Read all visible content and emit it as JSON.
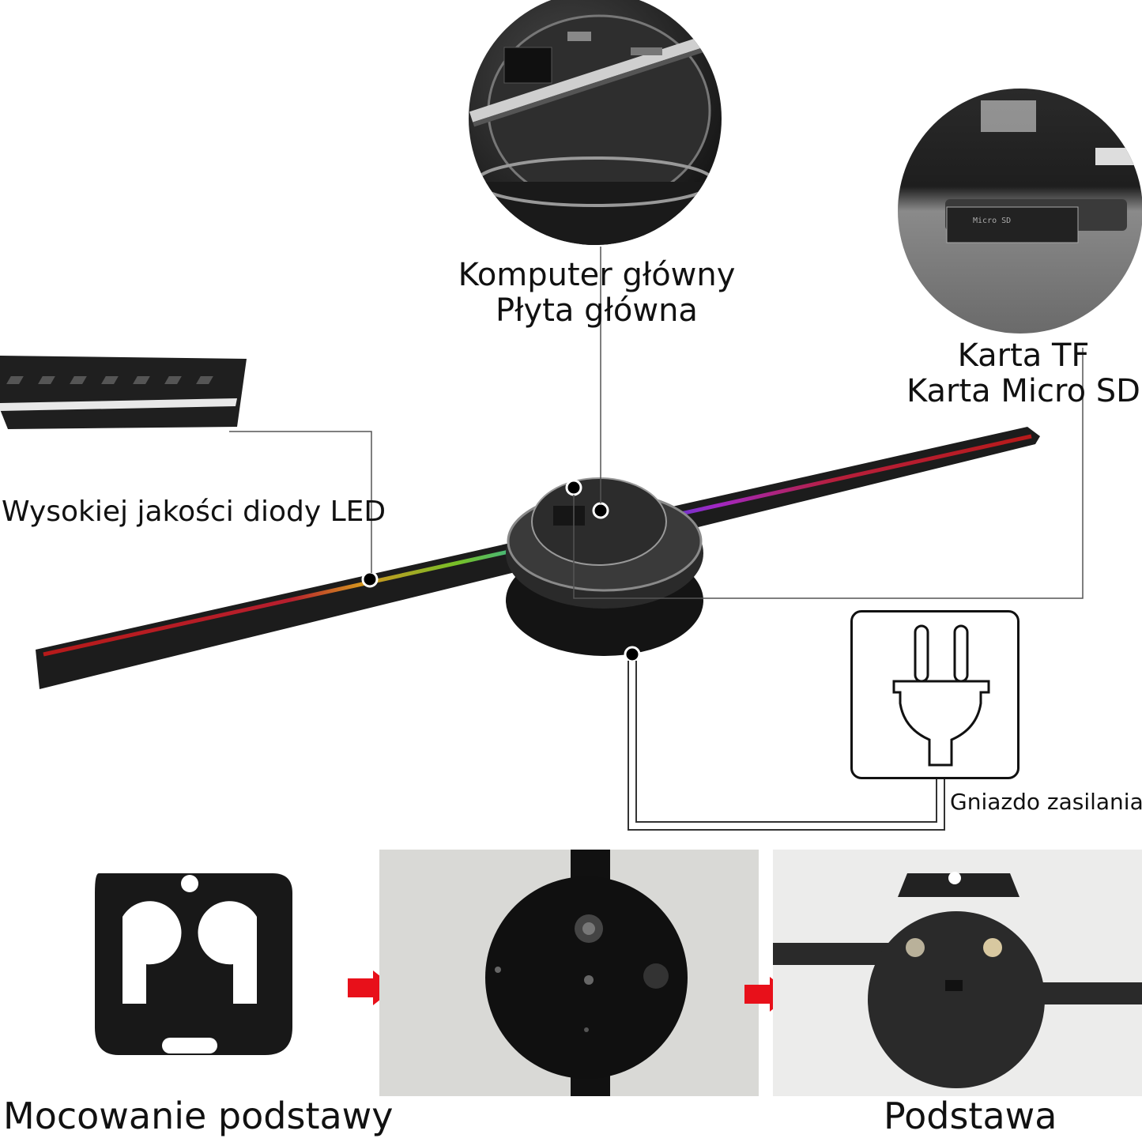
{
  "callouts": {
    "main_board": {
      "line1": "Komputer główny",
      "line2": "Płyta główna"
    },
    "tf_card": {
      "line1": "Karta TF",
      "line2": "Karta Micro SD"
    },
    "leds": "Wysokiej jakości diody LED",
    "power_socket": "Gniazdo zasilania"
  },
  "bottom": {
    "left_caption": "Mocowanie podstawy",
    "right_caption": "Podstawa"
  },
  "colors": {
    "arrow": "#e8101a",
    "line": "#444444",
    "device": "#1c1c1c",
    "led_gradient": [
      "#c81a1a",
      "#e8a020",
      "#7fd22a",
      "#1ec0d6",
      "#3a44e0",
      "#b02ad8"
    ]
  },
  "icons": [
    "power-plug-icon",
    "arrow-right-icon"
  ]
}
